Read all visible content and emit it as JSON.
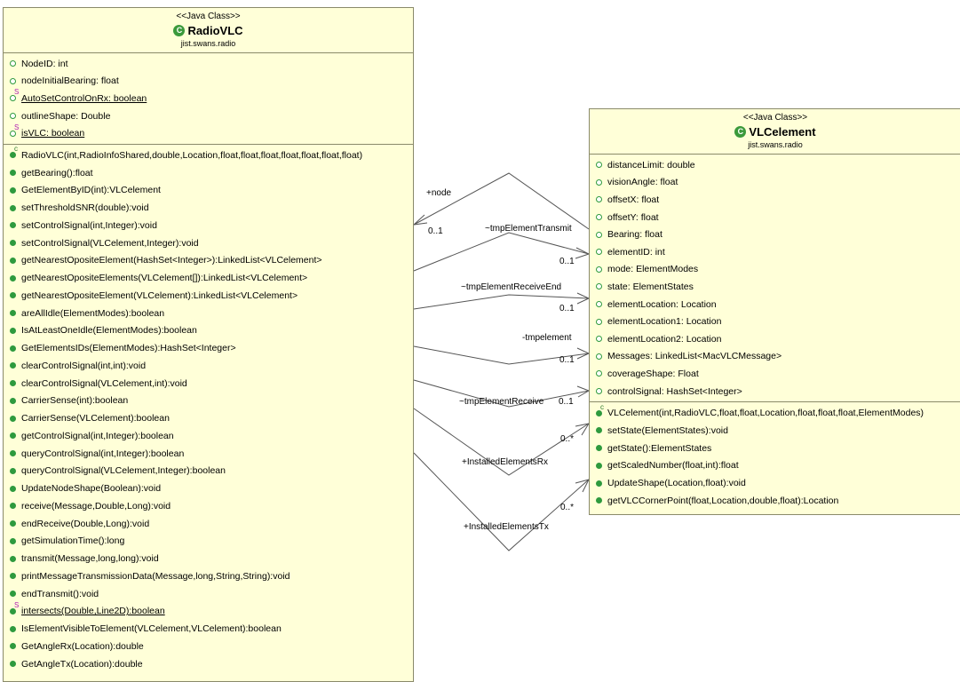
{
  "classes": {
    "radio": {
      "stereotype": "<<Java Class>>",
      "icon": "class-icon",
      "name": "RadioVLC",
      "package": "jist.swans.radio",
      "attributes": [
        {
          "text": "NodeID: int",
          "icon": "public-field-icon",
          "static": false
        },
        {
          "text": "nodeInitialBearing: float",
          "icon": "public-field-icon",
          "static": false
        },
        {
          "text": "AutoSetControlOnRx: boolean",
          "icon": "public-static-field-icon",
          "static": true
        },
        {
          "text": "outlineShape: Double",
          "icon": "public-field-icon",
          "static": false
        },
        {
          "text": "isVLC: boolean",
          "icon": "public-static-field-icon",
          "static": true
        }
      ],
      "operations": [
        {
          "text": "RadioVLC(int,RadioInfoShared,double,Location,float,float,float,float,float,float,float)",
          "icon": "constructor-icon"
        },
        {
          "text": "getBearing():float",
          "icon": "public-method-icon"
        },
        {
          "text": "GetElementByID(int):VLCelement",
          "icon": "public-method-icon"
        },
        {
          "text": "setThresholdSNR(double):void",
          "icon": "public-method-icon"
        },
        {
          "text": "setControlSignal(int,Integer):void",
          "icon": "public-method-icon"
        },
        {
          "text": "setControlSignal(VLCelement,Integer):void",
          "icon": "public-method-icon"
        },
        {
          "text": "getNearestOpositeElement(HashSet<Integer>):LinkedList<VLCelement>",
          "icon": "public-method-icon"
        },
        {
          "text": "getNearestOpositeElements(VLCelement[]):LinkedList<VLCelement>",
          "icon": "public-method-icon"
        },
        {
          "text": "getNearestOpositeElement(VLCelement):LinkedList<VLCelement>",
          "icon": "public-method-icon"
        },
        {
          "text": "areAllIdle(ElementModes):boolean",
          "icon": "public-method-icon"
        },
        {
          "text": "IsAtLeastOneIdle(ElementModes):boolean",
          "icon": "public-method-icon"
        },
        {
          "text": "GetElementsIDs(ElementModes):HashSet<Integer>",
          "icon": "public-method-icon"
        },
        {
          "text": "clearControlSignal(int,int):void",
          "icon": "public-method-icon"
        },
        {
          "text": "clearControlSignal(VLCelement,int):void",
          "icon": "public-method-icon"
        },
        {
          "text": "CarrierSense(int):boolean",
          "icon": "public-method-icon"
        },
        {
          "text": "CarrierSense(VLCelement):boolean",
          "icon": "public-method-icon"
        },
        {
          "text": "getControlSignal(int,Integer):boolean",
          "icon": "public-method-icon"
        },
        {
          "text": "queryControlSignal(int,Integer):boolean",
          "icon": "public-method-icon"
        },
        {
          "text": "queryControlSignal(VLCelement,Integer):boolean",
          "icon": "public-method-icon"
        },
        {
          "text": "UpdateNodeShape(Boolean):void",
          "icon": "public-method-icon"
        },
        {
          "text": "receive(Message,Double,Long):void",
          "icon": "public-method-icon"
        },
        {
          "text": "endReceive(Double,Long):void",
          "icon": "public-method-icon"
        },
        {
          "text": "getSimulationTime():long",
          "icon": "public-method-icon"
        },
        {
          "text": "transmit(Message,long,long):void",
          "icon": "public-method-icon"
        },
        {
          "text": "printMessageTransmissionData(Message,long,String,String):void",
          "icon": "public-method-icon"
        },
        {
          "text": "endTransmit():void",
          "icon": "public-method-icon"
        },
        {
          "text": "intersects(Double,Line2D):boolean",
          "icon": "public-static-method-icon"
        },
        {
          "text": "IsElementVisibleToElement(VLCelement,VLCelement):boolean",
          "icon": "public-method-icon"
        },
        {
          "text": "GetAngleRx(Location):double",
          "icon": "public-method-icon"
        },
        {
          "text": "GetAngleTx(Location):double",
          "icon": "public-method-icon"
        }
      ]
    },
    "vlc": {
      "stereotype": "<<Java Class>>",
      "icon": "class-icon",
      "name": "VLCelement",
      "package": "jist.swans.radio",
      "attributes": [
        {
          "text": "distanceLimit: double",
          "icon": "public-field-icon",
          "static": false
        },
        {
          "text": "visionAngle: float",
          "icon": "public-field-icon",
          "static": false
        },
        {
          "text": "offsetX: float",
          "icon": "public-field-icon",
          "static": false
        },
        {
          "text": "offsetY: float",
          "icon": "public-field-icon",
          "static": false
        },
        {
          "text": "Bearing: float",
          "icon": "public-field-icon",
          "static": false
        },
        {
          "text": "elementID: int",
          "icon": "public-field-icon",
          "static": false
        },
        {
          "text": "mode: ElementModes",
          "icon": "public-field-icon",
          "static": false
        },
        {
          "text": "state: ElementStates",
          "icon": "public-field-icon",
          "static": false
        },
        {
          "text": "elementLocation: Location",
          "icon": "public-field-icon",
          "static": false
        },
        {
          "text": "elementLocation1: Location",
          "icon": "public-field-icon",
          "static": false
        },
        {
          "text": "elementLocation2: Location",
          "icon": "public-field-icon",
          "static": false
        },
        {
          "text": "Messages: LinkedList<MacVLCMessage>",
          "icon": "public-field-icon",
          "static": false
        },
        {
          "text": "coverageShape: Float",
          "icon": "public-field-icon",
          "static": false
        },
        {
          "text": "controlSignal: HashSet<Integer>",
          "icon": "public-field-icon",
          "static": false
        }
      ],
      "operations": [
        {
          "text": "VLCelement(int,RadioVLC,float,float,Location,float,float,float,ElementModes)",
          "icon": "constructor-icon"
        },
        {
          "text": "setState(ElementStates):void",
          "icon": "public-method-icon"
        },
        {
          "text": "getState():ElementStates",
          "icon": "public-method-icon"
        },
        {
          "text": "getScaledNumber(float,int):float",
          "icon": "public-method-icon"
        },
        {
          "text": "UpdateShape(Location,float):void",
          "icon": "public-method-icon"
        },
        {
          "text": "getVLCCornerPoint(float,Location,double,float):Location",
          "icon": "public-method-icon"
        }
      ]
    }
  },
  "associations": {
    "node": {
      "role": "+node",
      "multiplicity": "0..1"
    },
    "tmpElementTransmit": {
      "role": "~tmpElementTransmit",
      "multiplicity": "0..1"
    },
    "tmpElementReceiveEnd": {
      "role": "~tmpElementReceiveEnd",
      "multiplicity": "0..1"
    },
    "tmpelement": {
      "role": "-tmpelement",
      "multiplicity": "0..1"
    },
    "tmpElementReceive": {
      "role": "~tmpElementReceive",
      "multiplicity": "0..1"
    },
    "installedElementsRx": {
      "role": "+InstalledElementsRx",
      "multiplicity": "0..*"
    },
    "installedElementsTx": {
      "role": "+InstalledElementsTx",
      "multiplicity": "0..*"
    }
  },
  "colors": {
    "class_fill": "#ffffd8",
    "class_border": "#8a8a6a",
    "icon_green": "#2e9a3e",
    "static_mark": "#b01ab0"
  }
}
